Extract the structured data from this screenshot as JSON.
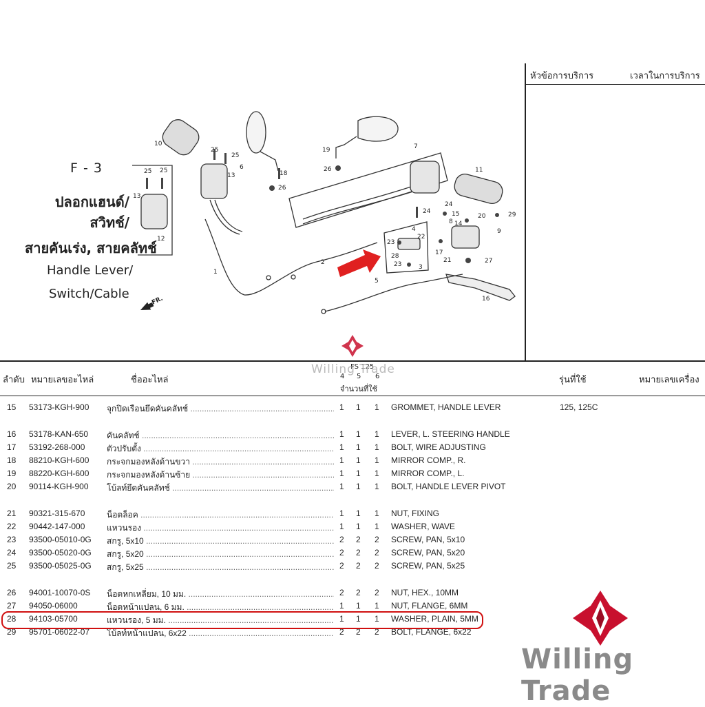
{
  "service_header": {
    "topic": "หัวข้อการบริการ",
    "time": "เวลาในการบริการ"
  },
  "figure": {
    "code": "F - 3",
    "title_th_1": "ปลอกแฮนด์/",
    "title_th_2": "สวิทช์/",
    "title_th_3": "สายคันเร่ง, สายคลัทช์",
    "title_en_1": "Handle Lever/",
    "title_en_2": "Switch/Cable",
    "fr_label": "FR.",
    "callouts": [
      "10",
      "25",
      "25",
      "6",
      "13",
      "25",
      "25",
      "13",
      "12",
      "1",
      "2",
      "5",
      "18",
      "26",
      "19",
      "26",
      "7",
      "11",
      "24",
      "15",
      "8",
      "14",
      "20",
      "29",
      "4",
      "22",
      "23",
      "9",
      "28",
      "23",
      "3",
      "17",
      "21",
      "27",
      "16"
    ]
  },
  "table": {
    "headers": {
      "no": "ลำดับ",
      "part_no": "หมายเลขอะไหล่",
      "name": "ชื่ออะไหล่",
      "model_label": "FS 125",
      "q1": "4",
      "q2": "5",
      "q3": "6",
      "qty": "จำนวนที่ใช้",
      "models": "รุ่นที่ใช้",
      "engine": "หมายเลขเครื่อง"
    },
    "rows": [
      {
        "no": "15",
        "pn": "53173-KGH-900",
        "th": "จุกปิดเรือนยึดคันคลัทช์",
        "q": [
          "1",
          "1",
          "1"
        ],
        "en": "GROMMET, HANDLE LEVER",
        "model": "125, 125C"
      },
      {
        "no": "16",
        "pn": "53178-KAN-650",
        "th": "คันคลัทช์",
        "q": [
          "1",
          "1",
          "1"
        ],
        "en": "LEVER, L. STEERING HANDLE",
        "model": ""
      },
      {
        "no": "17",
        "pn": "53192-268-000",
        "th": "ตัวปรับตั้ง",
        "q": [
          "1",
          "1",
          "1"
        ],
        "en": "BOLT, WIRE ADJUSTING",
        "model": ""
      },
      {
        "no": "18",
        "pn": "88210-KGH-600",
        "th": "กระจกมองหลังด้านขวา",
        "q": [
          "1",
          "1",
          "1"
        ],
        "en": "MIRROR COMP., R.",
        "model": ""
      },
      {
        "no": "19",
        "pn": "88220-KGH-600",
        "th": "กระจกมองหลังด้านซ้าย",
        "q": [
          "1",
          "1",
          "1"
        ],
        "en": "MIRROR COMP., L.",
        "model": ""
      },
      {
        "no": "20",
        "pn": "90114-KGH-900",
        "th": "โบ้ลท์ยึดคันคลัทช์",
        "q": [
          "1",
          "1",
          "1"
        ],
        "en": "BOLT, HANDLE LEVER PIVOT",
        "model": ""
      },
      {
        "no": "21",
        "pn": "90321-315-670",
        "th": "น็อตล็อค",
        "q": [
          "1",
          "1",
          "1"
        ],
        "en": "NUT, FIXING",
        "model": ""
      },
      {
        "no": "22",
        "pn": "90442-147-000",
        "th": "แหวนรอง",
        "q": [
          "1",
          "1",
          "1"
        ],
        "en": "WASHER, WAVE",
        "model": ""
      },
      {
        "no": "23",
        "pn": "93500-05010-0G",
        "th": "สกรู, 5x10",
        "q": [
          "2",
          "2",
          "2"
        ],
        "en": "SCREW, PAN, 5x10",
        "model": ""
      },
      {
        "no": "24",
        "pn": "93500-05020-0G",
        "th": "สกรู, 5x20",
        "q": [
          "2",
          "2",
          "2"
        ],
        "en": "SCREW, PAN, 5x20",
        "model": ""
      },
      {
        "no": "25",
        "pn": "93500-05025-0G",
        "th": "สกรู, 5x25",
        "q": [
          "2",
          "2",
          "2"
        ],
        "en": "SCREW, PAN, 5x25",
        "model": ""
      },
      {
        "no": "26",
        "pn": "94001-10070-0S",
        "th": "น็อตหกเหลี่ยม, 10 มม.",
        "q": [
          "2",
          "2",
          "2"
        ],
        "en": "NUT, HEX., 10MM",
        "model": ""
      },
      {
        "no": "27",
        "pn": "94050-06000",
        "th": "น็อตหน้าแปลน, 6 มม.",
        "q": [
          "1",
          "1",
          "1"
        ],
        "en": "NUT, FLANGE, 6MM",
        "model": ""
      },
      {
        "no": "28",
        "pn": "94103-05700",
        "th": "แหวนรอง, 5 มม.",
        "q": [
          "1",
          "1",
          "1"
        ],
        "en": "WASHER, PLAIN, 5MM",
        "model": ""
      },
      {
        "no": "29",
        "pn": "95701-06022-07",
        "th": "โบ้ลท์หน้าแปลน, 6x22",
        "q": [
          "2",
          "2",
          "2"
        ],
        "en": "BOLT, FLANGE, 6x22",
        "model": ""
      }
    ]
  },
  "highlighted_row": "28",
  "watermark": {
    "small": "Willing Trade",
    "big": "Willing Trade"
  },
  "colors": {
    "highlight": "#d01010",
    "arrow": "#e02020",
    "logo": "#c8102e",
    "text": "#222222"
  }
}
